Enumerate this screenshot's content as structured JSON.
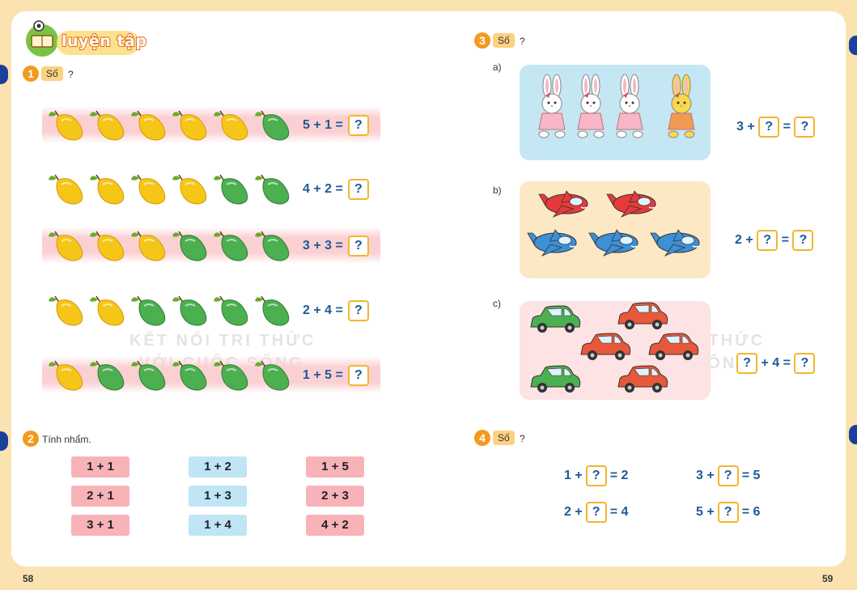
{
  "title": "luyện tập",
  "pages": {
    "left": "58",
    "right": "59"
  },
  "watermark": {
    "line1": "KẾT NỐI TRI THỨC",
    "line2": "VỚI CUỘC SỐNG"
  },
  "exercise1": {
    "number": "1",
    "tag": "Số",
    "question": "?",
    "rows": [
      {
        "yellow": 5,
        "green": 1,
        "expression": "5 + 1 =",
        "answer": "?"
      },
      {
        "yellow": 4,
        "green": 2,
        "expression": "4 + 2 =",
        "answer": "?"
      },
      {
        "yellow": 3,
        "green": 3,
        "expression": "3 + 3 =",
        "answer": "?"
      },
      {
        "yellow": 2,
        "green": 4,
        "expression": "2 + 4 =",
        "answer": "?"
      },
      {
        "yellow": 1,
        "green": 5,
        "expression": "1 + 5 =",
        "answer": "?"
      }
    ]
  },
  "exercise2": {
    "number": "2",
    "label": "Tính nhẩm.",
    "columns": [
      {
        "color": "pink",
        "items": [
          "1 + 1",
          "2 + 1",
          "3 + 1"
        ]
      },
      {
        "color": "blue",
        "items": [
          "1 + 2",
          "1 + 3",
          "1 + 4"
        ]
      },
      {
        "color": "pink",
        "items": [
          "1 + 5",
          "2 + 3",
          "4 + 2"
        ]
      }
    ]
  },
  "exercise3": {
    "number": "3",
    "tag": "Số",
    "question": "?",
    "parts": [
      {
        "letter": "a)",
        "eq_left": "3 +",
        "box1": "?",
        "eq_mid": "=",
        "box2": "?"
      },
      {
        "letter": "b)",
        "eq_left": "2 +",
        "box1": "?",
        "eq_mid": "=",
        "box2": "?"
      },
      {
        "letter": "c)",
        "box1": "?",
        "eq_mid": "+ 4 =",
        "box2": "?"
      }
    ]
  },
  "exercise4": {
    "number": "4",
    "tag": "Số",
    "question": "?",
    "items": [
      {
        "left": "1 +",
        "box": "?",
        "right": "= 2"
      },
      {
        "left": "3 +",
        "box": "?",
        "right": "= 5"
      },
      {
        "left": "2 +",
        "box": "?",
        "right": "= 4"
      },
      {
        "left": "5 +",
        "box": "?",
        "right": "= 6"
      }
    ]
  },
  "colors": {
    "orange": "#f39a1f",
    "blue_text": "#1e5a96",
    "pink_chip": "#f7b3b8",
    "blue_chip": "#bfe5f6",
    "mango_yellow": "#f5c518",
    "mango_green": "#4caf50"
  }
}
